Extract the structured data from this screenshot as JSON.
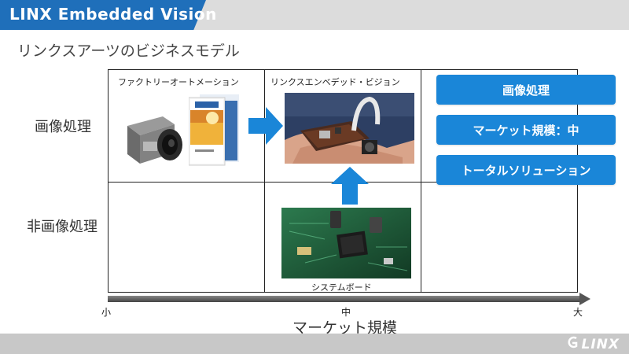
{
  "header": {
    "title": "LINX Embedded Vision"
  },
  "subtitle": "リンクスアーツのビジネスモデル",
  "rows": {
    "top": "画像処理",
    "bottom": "非画像処理"
  },
  "cells": {
    "factory_automation": "ファクトリーオートメーション",
    "links_embedded_vision": "リンクスエンベデッド・ビジョン",
    "system_board": "システムボード"
  },
  "features": [
    "画像処理",
    "マーケット規模：中",
    "トータルソリューション"
  ],
  "axis": {
    "small": "小",
    "medium": "中",
    "large": "大",
    "title": "マーケット規模"
  },
  "footer": {
    "logo": "LINX"
  },
  "colors": {
    "header_blue": "#1f6fba",
    "accent_blue": "#1a86d8",
    "header_gray": "#dcdcdc"
  }
}
